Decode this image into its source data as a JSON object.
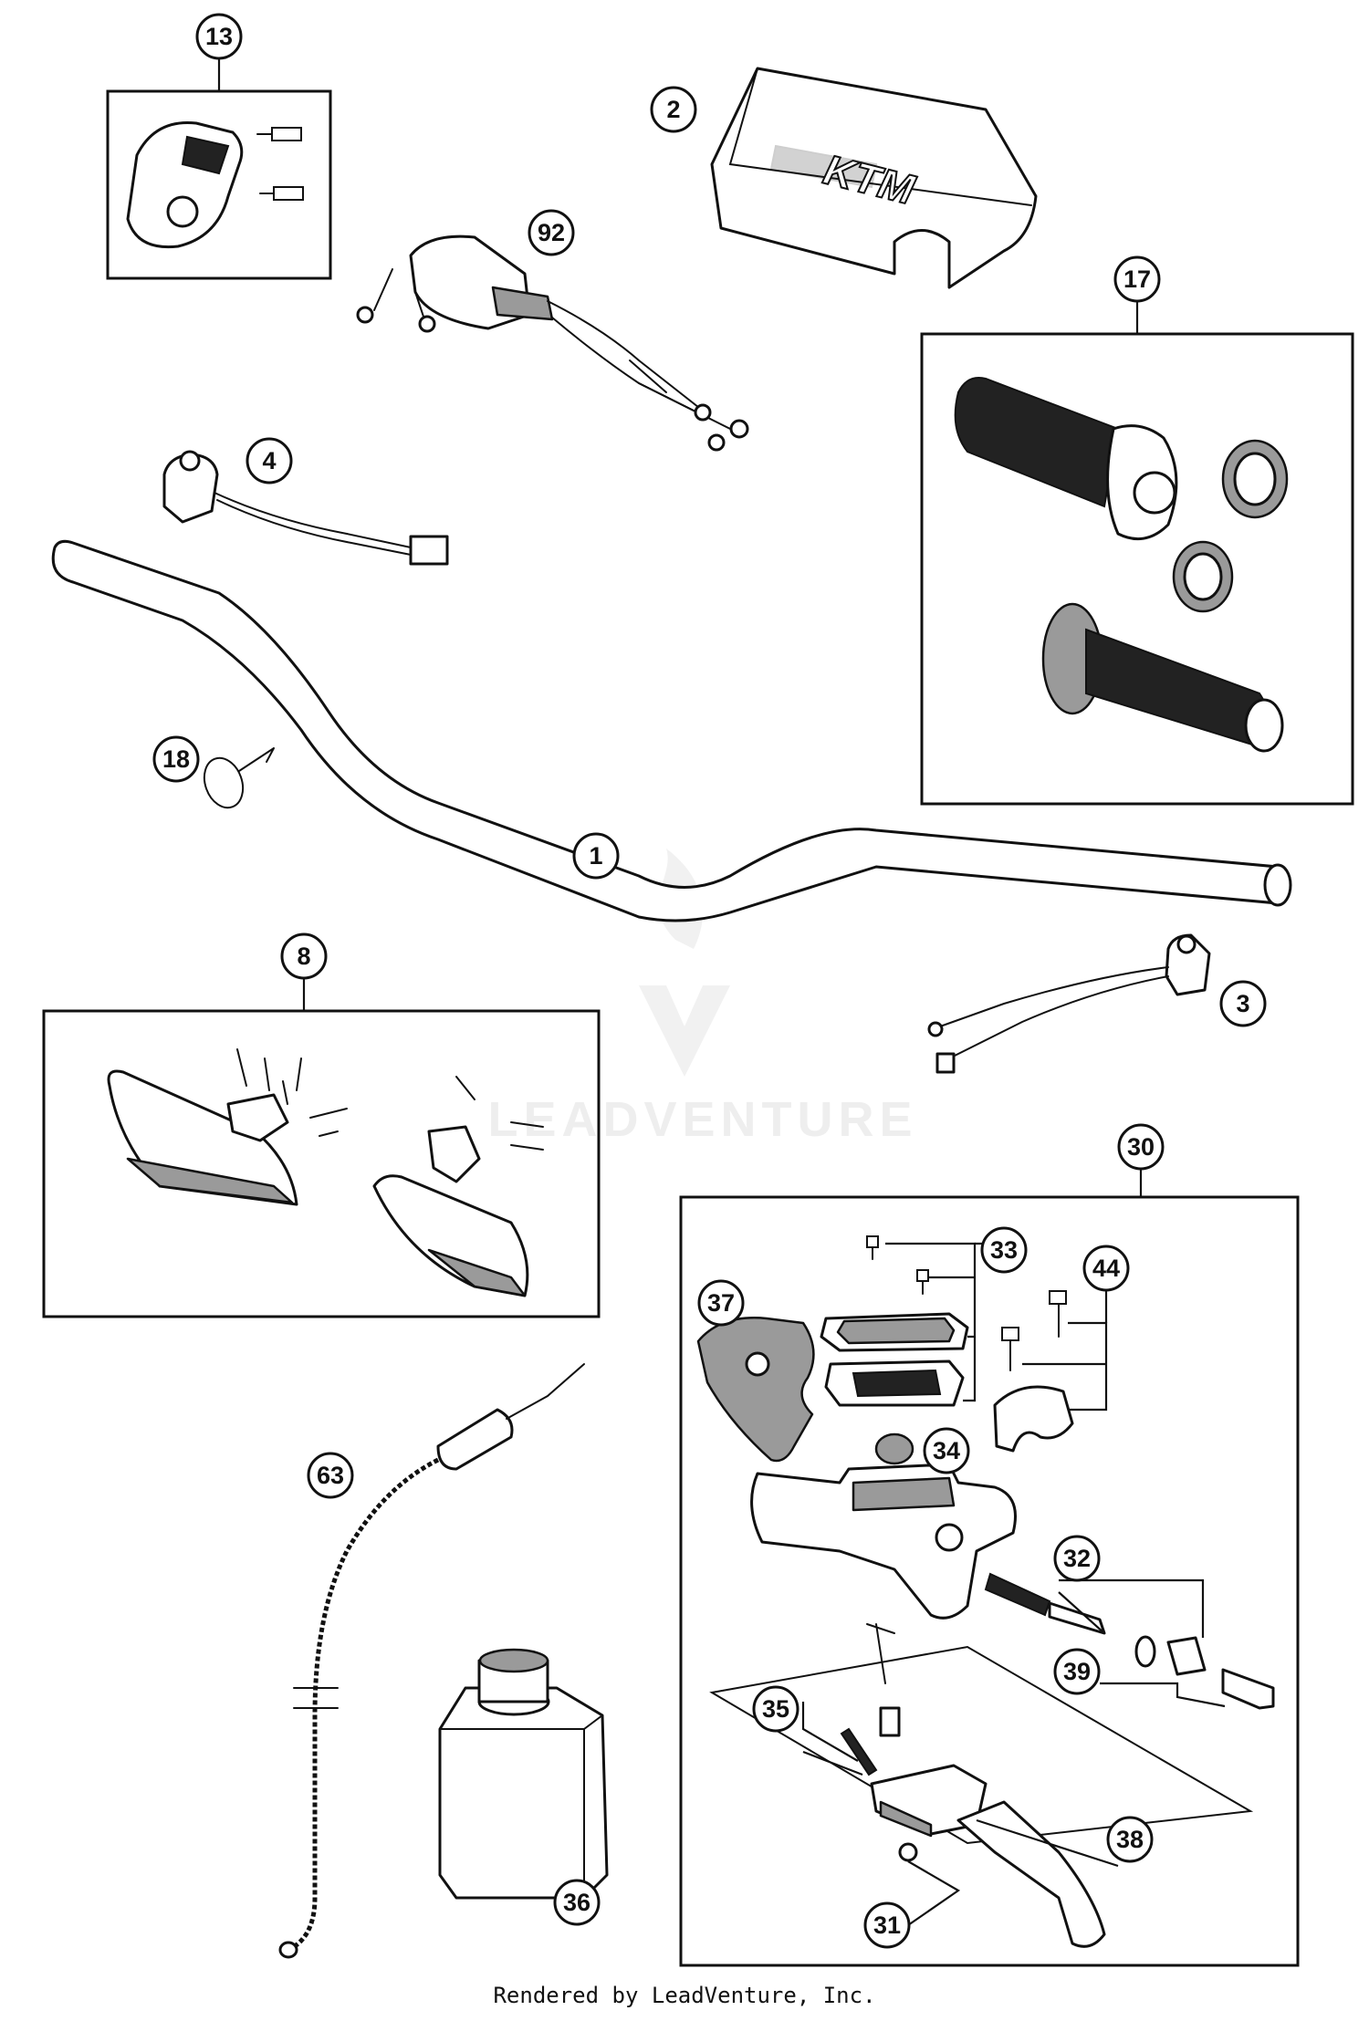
{
  "callouts": {
    "c13": "13",
    "c2": "2",
    "c92": "92",
    "c17": "17",
    "c4": "4",
    "c18": "18",
    "c1": "1",
    "c8": "8",
    "c3": "3",
    "c30": "30",
    "c33": "33",
    "c44": "44",
    "c37": "37",
    "c34": "34",
    "c63": "63",
    "c32": "32",
    "c39": "39",
    "c35": "35",
    "c38": "38",
    "c36": "36",
    "c31": "31"
  },
  "watermark": {
    "text": "LEADVENTURE"
  },
  "footer": {
    "text": "Rendered by LeadVenture, Inc."
  },
  "colors": {
    "line": "#111111",
    "background": "#ffffff",
    "watermark": "#eeeeee"
  },
  "icons": {
    "watermark_logo": "flame-v-logo-icon"
  }
}
